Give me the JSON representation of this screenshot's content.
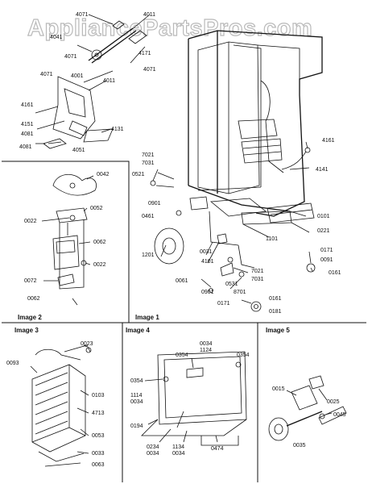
{
  "watermark": "AppliancePartsPros.com",
  "panels": {
    "image1": "Image 1",
    "image2": "Image 2",
    "image3": "Image 3",
    "image4": "Image 4",
    "image5": "Image 5"
  },
  "labels": {
    "p4071a": "4071",
    "p4011a": "4011",
    "p4041": "4041",
    "p4071b": "4071",
    "p4171": "4171",
    "p4071c": "4071",
    "p4071d": "4071",
    "p4001": "4001",
    "p4011b": "4011",
    "p4161a": "4161",
    "p4151": "4151",
    "p4081a": "4081",
    "p4131": "4131",
    "p4081b": "4081",
    "p4051": "4051",
    "p4161b": "4161",
    "p4141": "4141",
    "p7021a": "7021",
    "p7031a": "7031",
    "p0521": "0521",
    "p0901a": "0901",
    "p0461": "0461",
    "p0101": "0101",
    "p0221": "0221",
    "p1201": "1201",
    "p0031": "0031",
    "p4101": "4101",
    "p1101": "1101",
    "p0171a": "0171",
    "p0091": "0091",
    "p0161a": "0161",
    "p7021b": "7021",
    "p0531": "0531",
    "p7031b": "7031",
    "p0061": "0061",
    "p0901b": "0901",
    "p8701": "8701",
    "p0171b": "0171",
    "p0161b": "0161",
    "p0181": "0181",
    "p0042": "0042",
    "p0052": "0052",
    "p0022a": "0022",
    "p0062a": "0062",
    "p0022b": "0022",
    "p0072": "0072",
    "p0062b": "0062",
    "p0023": "0023",
    "p0093": "0093",
    "p0103": "0103",
    "p4713": "4713",
    "p0053": "0053",
    "p0033": "0033",
    "p0063": "0063",
    "p0034a": "0034",
    "p1124": "1124",
    "p0354a": "0354",
    "p0354b": "0354",
    "p0354c": "0354",
    "p1114": "1114",
    "p0034b": "0034",
    "p0194": "0194",
    "p0234": "0234",
    "p0034c": "0034",
    "p1134": "1134",
    "p0034d": "0034",
    "p0474": "0474",
    "p0015": "0015",
    "p0025": "0025",
    "p0045": "0045",
    "p0035": "0035"
  }
}
